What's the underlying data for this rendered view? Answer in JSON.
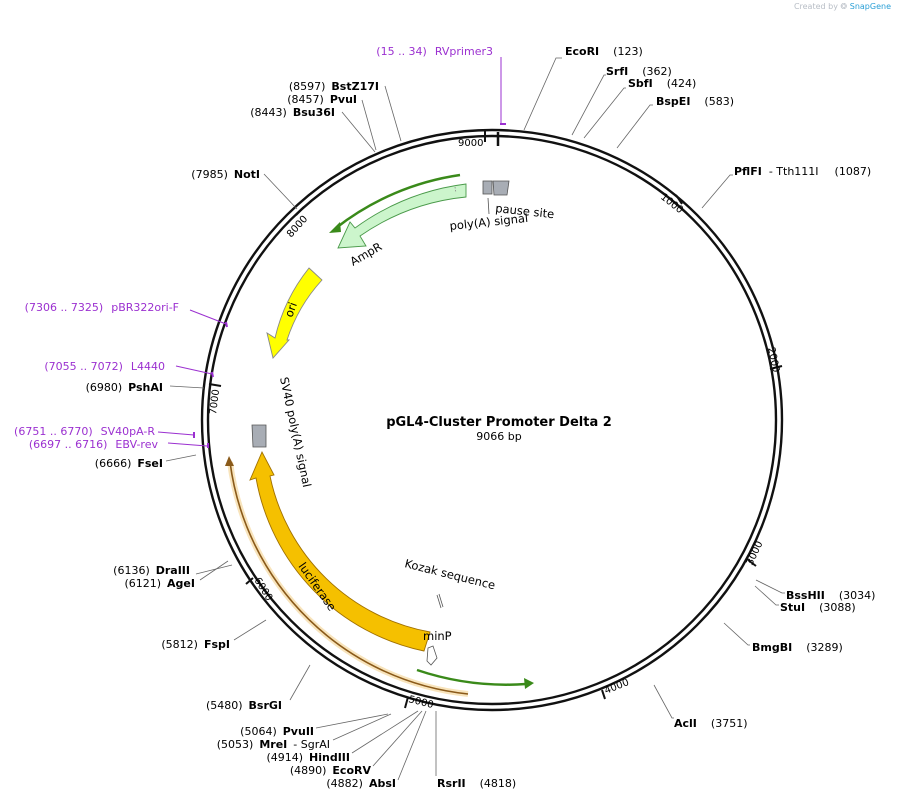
{
  "credit": {
    "prefix": "Created by",
    "brand": "SnapGene"
  },
  "plasmid": {
    "name": "pGL4-Cluster Promoter Delta 2",
    "length": "9066 bp"
  },
  "ticks": [
    "1000",
    "2000",
    "3000",
    "4000",
    "5000",
    "6000",
    "7000",
    "8000",
    "9000"
  ],
  "features": {
    "pause_site": "pause site",
    "polyA": "poly(A) signal",
    "AmpR": "AmpR",
    "ori": "ori",
    "SV40polyA": "SV40 poly(A) signal",
    "luciferase": "luciferase",
    "kozak": "Kozak sequence",
    "minP": "minP"
  },
  "sites": [
    {
      "name": "EcoRI",
      "pos": "(123)"
    },
    {
      "name": "SrfI",
      "pos": "(362)"
    },
    {
      "name": "SbfI",
      "pos": "(424)"
    },
    {
      "name": "BspEI",
      "pos": "(583)"
    },
    {
      "name": "PflFI",
      "name2": "- Tth111I",
      "pos": "(1087)"
    },
    {
      "name": "BssHII",
      "pos": "(3034)"
    },
    {
      "name": "StuI",
      "pos": "(3088)"
    },
    {
      "name": "BmgBI",
      "pos": "(3289)"
    },
    {
      "name": "AclI",
      "pos": "(3751)"
    },
    {
      "name": "RsrII",
      "pos": "(4818)"
    },
    {
      "name": "AbsI",
      "pos": "(4882)"
    },
    {
      "name": "EcoRV",
      "pos": "(4890)"
    },
    {
      "name": "HindIII",
      "pos": "(4914)"
    },
    {
      "name": "MreI",
      "name2": "- SgrAI",
      "pos": "(5053)"
    },
    {
      "name": "PvuII",
      "pos": "(5064)"
    },
    {
      "name": "BsrGI",
      "pos": "(5480)"
    },
    {
      "name": "FspI",
      "pos": "(5812)"
    },
    {
      "name": "AgeI",
      "pos": "(6121)"
    },
    {
      "name": "DraIII",
      "pos": "(6136)"
    },
    {
      "name": "FseI",
      "pos": "(6666)"
    },
    {
      "name": "PshAI",
      "pos": "(6980)"
    },
    {
      "name": "NotI",
      "pos": "(7985)"
    },
    {
      "name": "Bsu36I",
      "pos": "(8443)"
    },
    {
      "name": "PvuI",
      "pos": "(8457)"
    },
    {
      "name": "BstZ17I",
      "pos": "(8597)"
    }
  ],
  "primers": [
    {
      "range": "(15 .. 34)",
      "name": "RVprimer3"
    },
    {
      "range": "(7306 .. 7325)",
      "name": "pBR322ori-F"
    },
    {
      "range": "(7055 .. 7072)",
      "name": "L4440"
    },
    {
      "range": "(6751 .. 6770)",
      "name": "SV40pA-R"
    },
    {
      "range": "(6697 .. 6716)",
      "name": "EBV-rev"
    }
  ],
  "colors": {
    "backbone": "#111111",
    "primer": "#9b30d0",
    "AmpR": "#ccf5cc",
    "ori": "#ffff00",
    "luciferase": "#f5c000",
    "promoter": "#ffffff",
    "polyA": "#a8adb5",
    "arc_green": "#3a8a1a",
    "arc_orange": "#d58a1a"
  }
}
